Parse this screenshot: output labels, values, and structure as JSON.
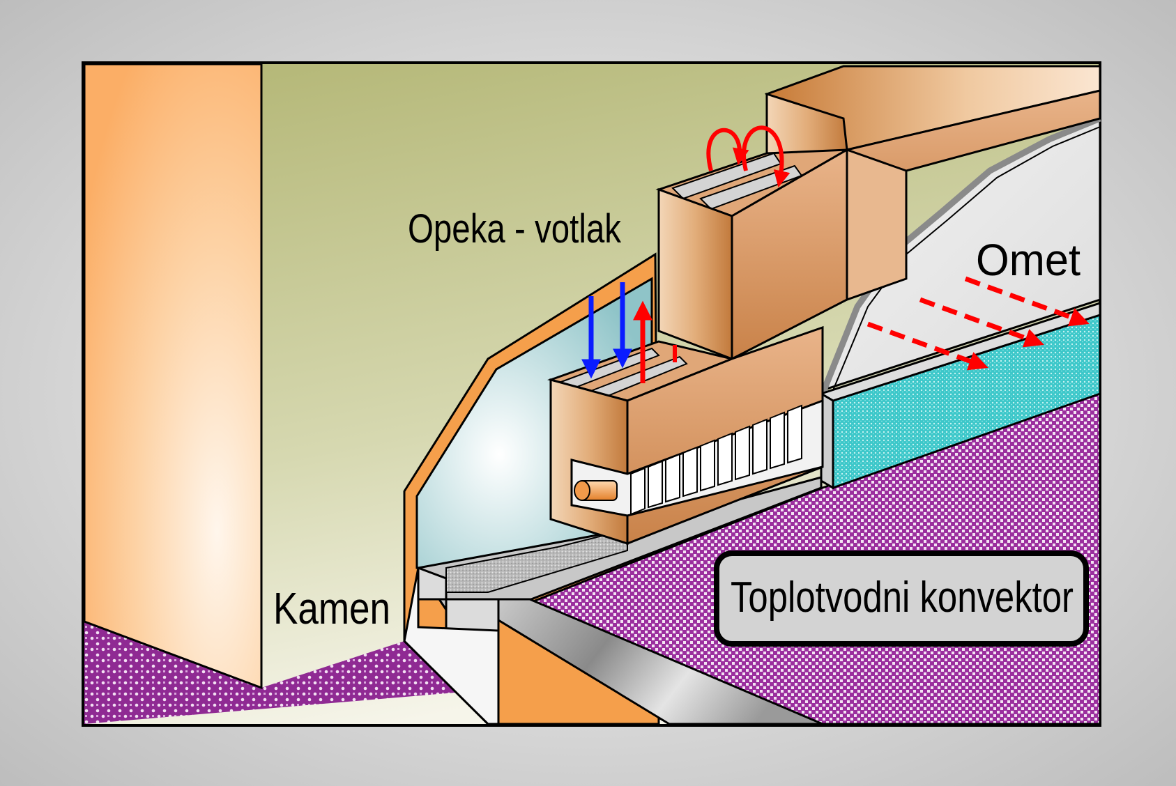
{
  "labels": {
    "opeka": "Opeka - votlak",
    "omet": "Omet",
    "kamen": "Kamen",
    "convector": "Toplotvodni konvektor"
  },
  "colors": {
    "wall_back": "#b6b97a",
    "stone_pillar": "#fbb06b",
    "brick": "#d98c45",
    "plaster": "#ececec",
    "tile": "#40c8c8",
    "floor_pattern": "#9b2f9e",
    "cavity": "#8fc4c8",
    "arrow_hot": "#ff0000",
    "arrow_cold": "#0020ff"
  }
}
